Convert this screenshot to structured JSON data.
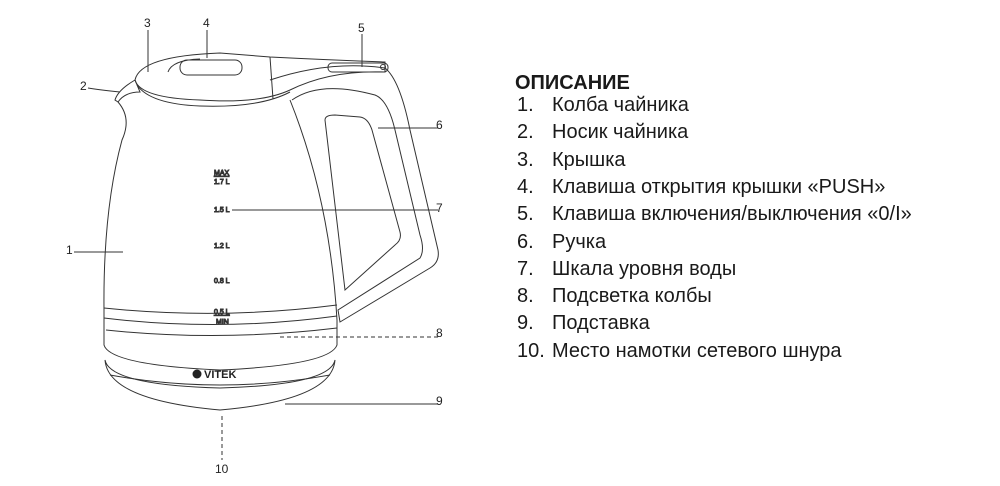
{
  "callouts": [
    "1",
    "2",
    "3",
    "4",
    "5",
    "6",
    "7",
    "8",
    "9",
    "10"
  ],
  "scale": {
    "max": "MAX",
    "max_vol": "1.7 L",
    "v15": "1.5 L",
    "v12": "1.2 L",
    "v08": "0.8 L",
    "min_vol": "0.5 L",
    "min": "MIN"
  },
  "brand": "VITEK",
  "description": {
    "title": "ОПИСАНИЕ",
    "items": [
      {
        "n": "1.",
        "t": "Колба чайника"
      },
      {
        "n": "2.",
        "t": "Носик чайника"
      },
      {
        "n": "3.",
        "t": "Крышка"
      },
      {
        "n": "4.",
        "t": "Клавиша открытия крышки «PUSH»"
      },
      {
        "n": "5.",
        "t": "Клавиша включения/выключения «0/I»"
      },
      {
        "n": "6.",
        "t": "Ручка"
      },
      {
        "n": "7.",
        "t": "Шкала уровня воды"
      },
      {
        "n": "8.",
        "t": "Подсветка колбы"
      },
      {
        "n": "9.",
        "t": "Подставка"
      },
      {
        "n": "10.",
        "t": "Место намотки сетевого шнура"
      }
    ]
  }
}
